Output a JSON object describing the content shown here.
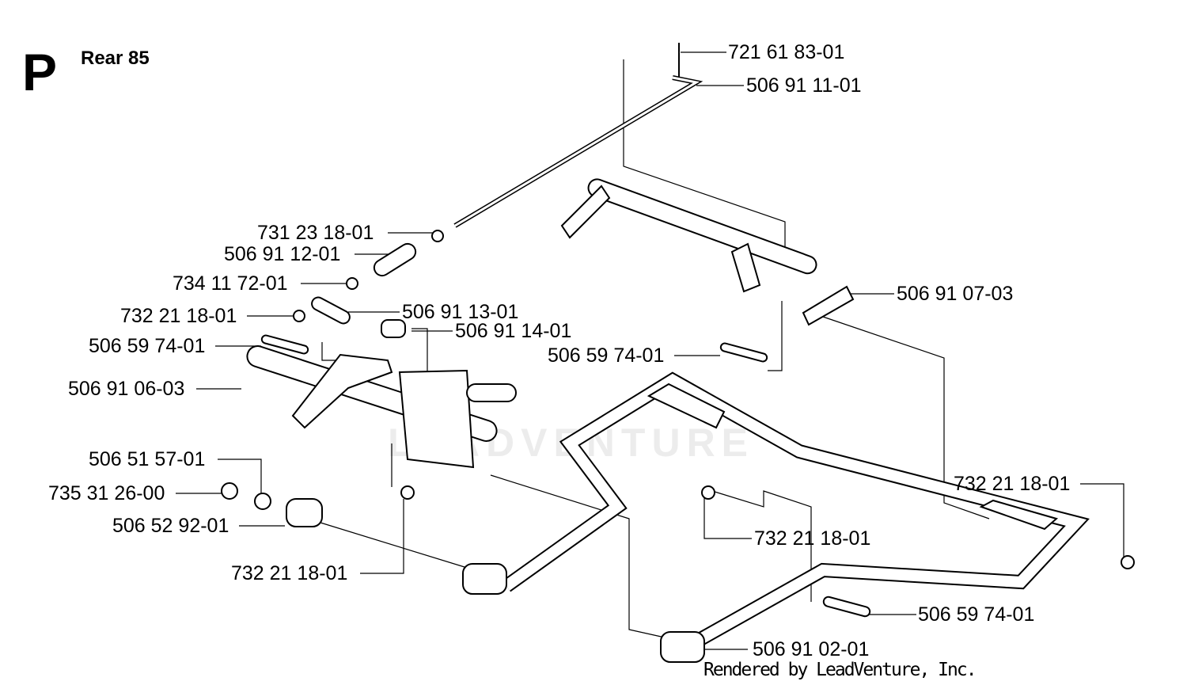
{
  "diagram": {
    "section_letter": "P",
    "section_title": "Rear 85",
    "footer": "Rendered by LeadVenture, Inc.",
    "watermark": "LEADVENTURE"
  },
  "parts": [
    {
      "id": "p1",
      "number": "721 61 83-01"
    },
    {
      "id": "p2",
      "number": "506 91 11-01"
    },
    {
      "id": "p3",
      "number": "731 23 18-01"
    },
    {
      "id": "p4",
      "number": "506 91 12-01"
    },
    {
      "id": "p5",
      "number": "734 11 72-01"
    },
    {
      "id": "p6",
      "number": "732 21 18-01"
    },
    {
      "id": "p7",
      "number": "506 91 13-01"
    },
    {
      "id": "p8",
      "number": "506 91 14-01"
    },
    {
      "id": "p9",
      "number": "506 59 74-01"
    },
    {
      "id": "p10",
      "number": "506 91 06-03"
    },
    {
      "id": "p11",
      "number": "506 91 07-03"
    },
    {
      "id": "p12",
      "number": "506 59 74-01"
    },
    {
      "id": "p13",
      "number": "506 51 57-01"
    },
    {
      "id": "p14",
      "number": "735 31 26-00"
    },
    {
      "id": "p15",
      "number": "506 52 92-01"
    },
    {
      "id": "p16",
      "number": "732 21 18-01"
    },
    {
      "id": "p17",
      "number": "732 21 18-01"
    },
    {
      "id": "p18",
      "number": "732 21 18-01"
    },
    {
      "id": "p19",
      "number": "506 59 74-01"
    },
    {
      "id": "p20",
      "number": "506 91 02-01"
    }
  ]
}
